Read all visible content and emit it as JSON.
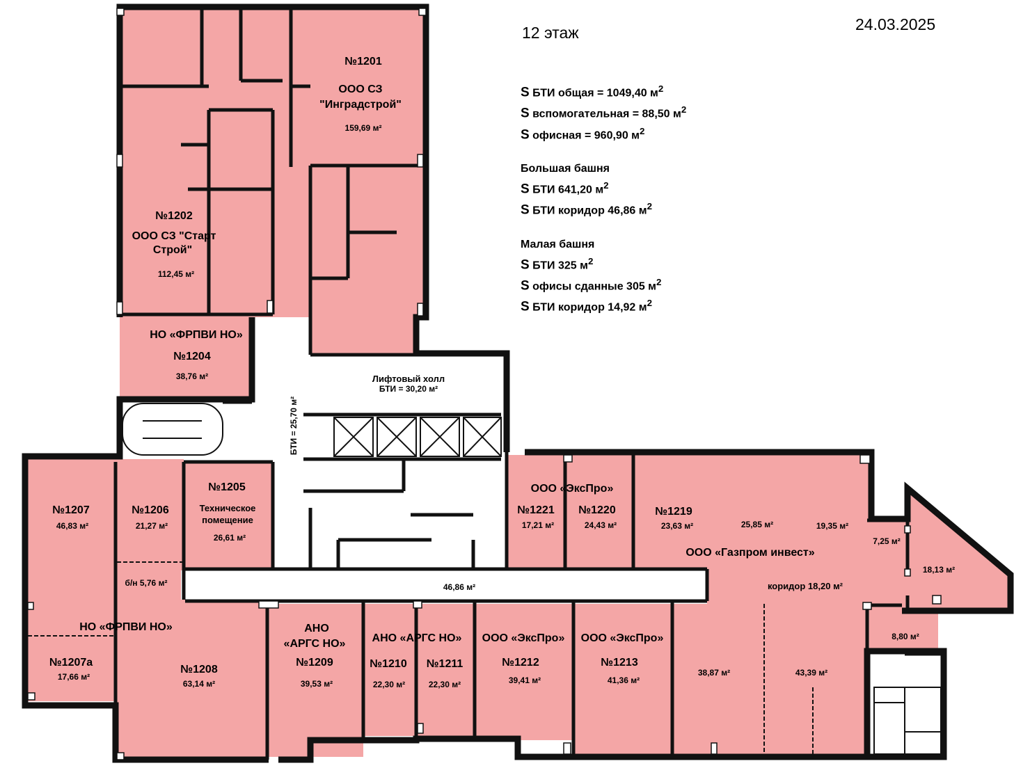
{
  "header": {
    "floor": "12 этаж",
    "date": "24.03.2025"
  },
  "stats": [
    {
      "s": "S",
      "t": " БТИ общая = 1049,40 м",
      "sup": "2"
    },
    {
      "s": "S",
      "t": " вспомогательная = 88,50 м",
      "sup": "2"
    },
    {
      "s": "S",
      "t": " офисная = 960,90  м",
      "sup": "2"
    },
    {
      "gap": true
    },
    {
      "s": "",
      "t": "Большая башня",
      "sup": ""
    },
    {
      "s": "S",
      "t": " БТИ 641,20 м",
      "sup": "2"
    },
    {
      "s": "S",
      "t": " БТИ коридор 46,86 м",
      "sup": "2"
    },
    {
      "gap": true
    },
    {
      "s": "",
      "t": "Малая башня",
      "sup": ""
    },
    {
      "s": "S",
      "t": " БТИ 325 м",
      "sup": "2"
    },
    {
      "s": "S",
      "t": " офисы сданные 305 м",
      "sup": "2"
    },
    {
      "s": "S",
      "t": " БТИ коридор 14,92 м",
      "sup": "2"
    }
  ],
  "colors": {
    "rented": "#f4a6a6",
    "wall": "#111111",
    "free": "#ffffff"
  },
  "labels": {
    "r1201_no": "№1201",
    "r1201_t1": "ООО СЗ",
    "r1201_t2": "\"Инградстрой\"",
    "r1201_a": "159,69 м²",
    "r1202_no": "№1202",
    "r1202_t1": "ООО СЗ \"Старт",
    "r1202_t2": "Строй\"",
    "r1202_a": "112,45 м²",
    "r1204_t": "НО «ФРПВИ НО»",
    "r1204_no": "№1204",
    "r1204_a": "38,76 м²",
    "hall_t": "Лифтовый холл",
    "hall_a": "БТИ = 30,20 м²",
    "corr_v": "БТИ = 25,70 м²",
    "r1205_no": "№1205",
    "r1205_t1": "Техническое",
    "r1205_t2": "помещение",
    "r1205_a": "26,61 м²",
    "r1207_no": "№1207",
    "r1207_a": "46,83 м²",
    "r1206_no": "№1206",
    "r1206_a": "21,27 м²",
    "bn": "б/н 5,76 м²",
    "corr_main": "46,86 м²",
    "frpvi2": "НО «ФРПВИ НО»",
    "r1207a_no": "№1207а",
    "r1207a_a": "17,66 м²",
    "r1208_no": "№1208",
    "r1208_a": "63,14 м²",
    "r1209_t1": "АНО",
    "r1209_t2": "«АРГС НО»",
    "r1209_no": "№1209",
    "r1209_a": "39,53 м²",
    "argc2": "АНО «АРГС НО»",
    "r1210_no": "№1210",
    "r1210_a": "22,30 м²",
    "r1211_no": "№1211",
    "r1211_a": "22,30 м²",
    "r1212_t": "ООО «ЭксПро»",
    "r1212_no": "№1212",
    "r1212_a": "39,41 м²",
    "r1213_t": "ООО «ЭксПро»",
    "r1213_no": "№1213",
    "r1213_a": "41,36 м²",
    "r_3887": "38,87 м²",
    "r_4339": "43,39 м²",
    "exp_top": "ООО «ЭксПро»",
    "r1221_no": "№1221",
    "r1221_a": "17,21 м²",
    "r1220_no": "№1220",
    "r1220_a": "24,43 м²",
    "r1219_no": "№1219",
    "r1219_a": "23,63 м²",
    "r_2585": "25,85 м²",
    "r_1935": "19,35 м²",
    "r_725": "7,25 м²",
    "r_1813": "18,13 м²",
    "gazprom": "ООО «Газпром инвест»",
    "corr_small": "коридор 18,20 м²",
    "r_880": "8,80 м²"
  }
}
